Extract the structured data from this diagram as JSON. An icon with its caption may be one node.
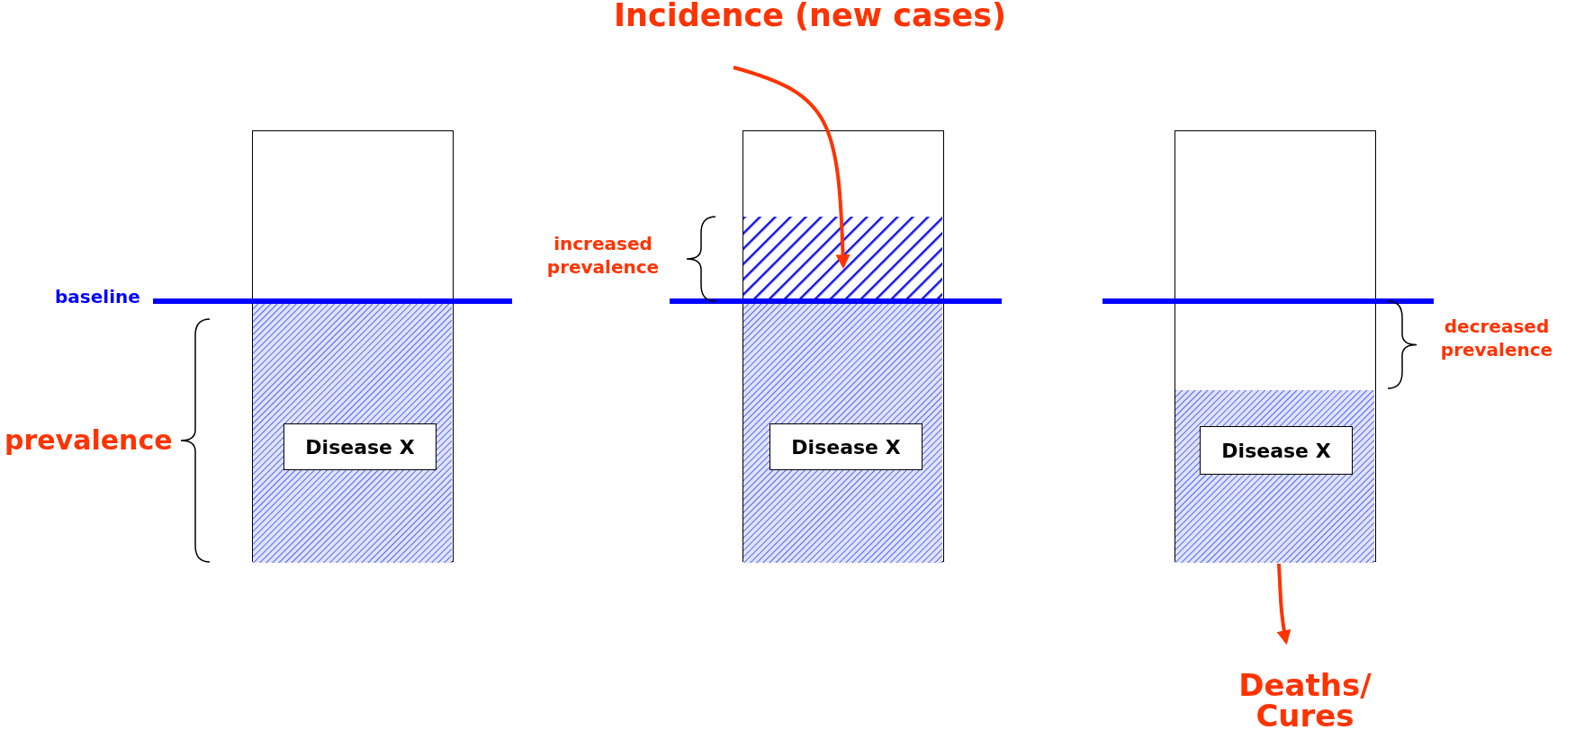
{
  "diagram": {
    "nodes": [
      {
        "text": [],
        "shape": "box"
      },
      {
        "text": [
          "Disease X"
        ],
        "in": 0
      },
      {
        "text": [],
        "shape": "box"
      },
      {
        "text": [],
        "shape": "box",
        "in": 2
      },
      {
        "text": [
          "Disease X"
        ],
        "in": 2
      },
      {
        "text": [],
        "shape": "box"
      },
      {
        "text": [
          "Disease X"
        ],
        "in": 5
      },
      {
        "text": [
          "Incidence (new cases)"
        ]
      },
      {
        "text": [
          "Deaths/ Cures"
        ]
      }
    ],
    "edges": [
      {
        "from": 7,
        "to": 3,
        "arrow": "to"
      },
      {
        "from": 5,
        "to": 8,
        "arrow": "to"
      }
    ],
    "labels": [
      "baseline",
      "prevalence",
      "increased prevalence",
      "decreased prevalence"
    ]
  }
}
